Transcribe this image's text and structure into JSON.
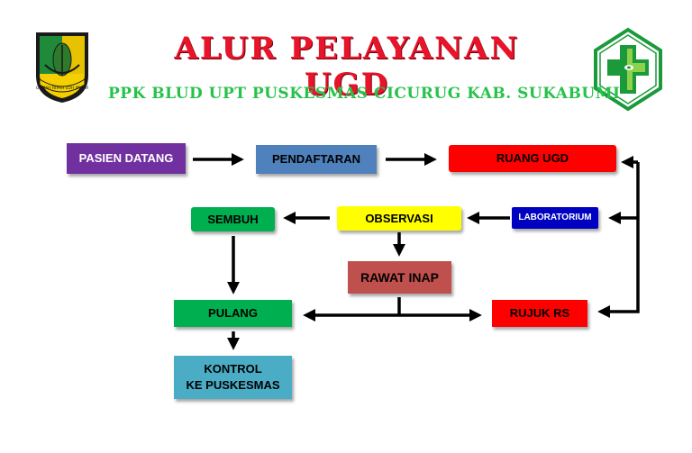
{
  "header": {
    "title": "ALUR PELAYANAN UGD",
    "subtitle": "PPK BLUD UPT PUSKESMAS CICURUG KAB. SUKABUMI",
    "left_logo_text": "GEMAH RIPAH LOH JINAWI"
  },
  "nodes": {
    "pasien_datang": "PASIEN DATANG",
    "pendaftaran": "PENDAFTARAN",
    "ruang_ugd": "RUANG UGD",
    "laboratorium": "LABORATORIUM",
    "observasi": "OBSERVASI",
    "sembuh": "SEMBUH",
    "rawat_inap": "RAWAT INAP",
    "rujuk_rs": "RUJUK RS",
    "pulang": "PULANG",
    "kontrol_line1": "KONTROL",
    "kontrol_line2": "KE PUSKESMAS"
  },
  "colors": {
    "title": "#e8142a",
    "subtitle": "#27c24a",
    "pasien_datang": "#7030a0",
    "pendaftaran": "#4f81bd",
    "ruang_ugd": "#ff0000",
    "laboratorium": "#0000c0",
    "observasi": "#ffff00",
    "sembuh": "#00b050",
    "rawat_inap": "#c0504d",
    "rujuk_rs": "#ff0000",
    "pulang": "#00b050",
    "kontrol": "#4bacc6"
  }
}
